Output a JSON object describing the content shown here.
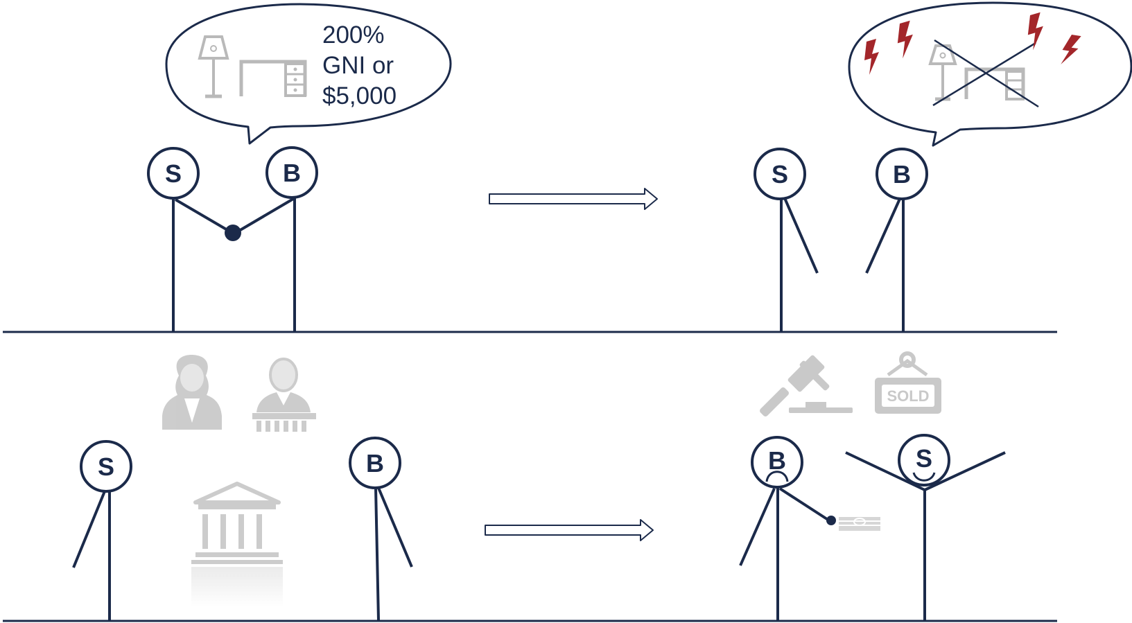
{
  "labels": {
    "seller": "S",
    "buyer": "B"
  },
  "speech_bubble": {
    "line1": "200%",
    "line2": "GNI or",
    "line3": "$5,000"
  },
  "sign": {
    "sold": "SOLD"
  },
  "icons": {
    "lamp": "floor-lamp-icon",
    "desk": "desk-icon",
    "lightning": "lightning-bolt-icon",
    "judge": "judge-icon",
    "lawyer": "lawyer-icon",
    "courthouse": "courthouse-icon",
    "gavel": "gavel-icon",
    "sold_sign": "sold-sign-icon",
    "money": "money-stack-icon"
  },
  "colors": {
    "ink": "#1b2a4a",
    "icon_gray": "#b9b9b9",
    "lightning": "#a3262a"
  }
}
